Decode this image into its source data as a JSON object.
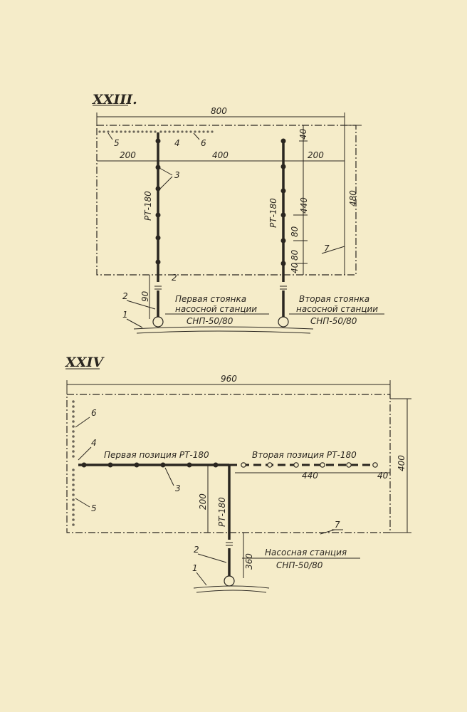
{
  "fig23": {
    "roman": "XXIII.",
    "dim_width": "800",
    "dim_left": "200",
    "dim_mid": "400",
    "dim_right": "200",
    "dim_height": "480",
    "dim_top": "40",
    "dim_440": "440",
    "dim_80a": "80",
    "dim_80b": "80",
    "dim_40b": "40",
    "dim_90": "90",
    "label_rt1": "РТ-180",
    "label_rt2": "РТ-180",
    "callout_1": "1",
    "callout_2a": "2",
    "callout_2b": "2",
    "callout_3": "3",
    "callout_4": "4",
    "callout_5": "5",
    "callout_6": "6",
    "callout_7": "7",
    "first_stop_line1": "Первая стоянка",
    "first_stop_line2": "насосной станции",
    "first_stop_line3": "СНП-50/80",
    "second_stop_line1": "Вторая стоянка",
    "second_stop_line2": "насосной станции",
    "second_stop_line3": "СНП-50/80"
  },
  "fig24": {
    "roman": "XXIV",
    "dim_width": "960",
    "dim_height": "400",
    "dim_440": "440",
    "dim_40": "40",
    "dim_200": "200",
    "dim_360": "360",
    "label_rt": "РТ-180",
    "first_position": "Первая позиция РТ-180",
    "second_position": "Вторая позиция РТ-180",
    "pump_line1": "Насосная станция",
    "pump_line2": "СНП-50/80",
    "callout_1": "1",
    "callout_2": "2",
    "callout_3": "3",
    "callout_4": "4",
    "callout_5": "5",
    "callout_6": "6",
    "callout_7": "7"
  }
}
